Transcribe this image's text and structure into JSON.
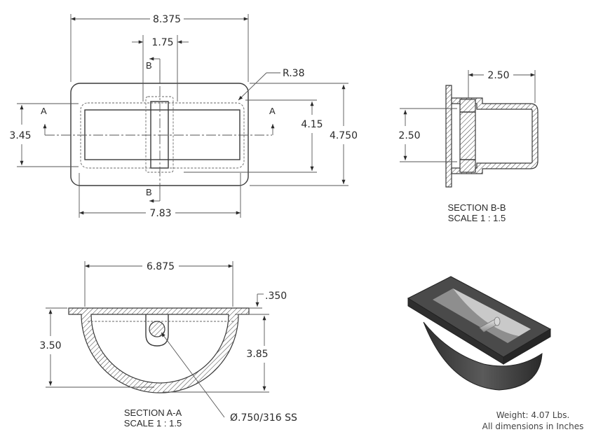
{
  "top_view": {
    "overall_width": "8.375",
    "handle_width": "1.75",
    "corner_radius": "R.38",
    "inner_height": "3.45",
    "pocket_height": "4.15",
    "overall_height": "4.750",
    "inner_width": "7.83",
    "section_a": "A",
    "section_b": "B"
  },
  "section_b": {
    "depth": "2.50",
    "height": "2.50",
    "title": "SECTION B-B",
    "scale": "SCALE 1 : 1.5"
  },
  "section_a": {
    "width": "6.875",
    "flange": ".350",
    "depth_left": "3.50",
    "depth_right": "3.85",
    "title": "SECTION A-A",
    "scale": "SCALE 1 : 1.5",
    "callout": "Ø.750/316 SS"
  },
  "notes": {
    "weight": "Weight: 4.07 Lbs.",
    "units": "All dimensions in Inches"
  },
  "colors": {
    "line": "#3a3a3a",
    "part_dark": "#3c3c3c",
    "part_light": "#bdbdbd"
  }
}
